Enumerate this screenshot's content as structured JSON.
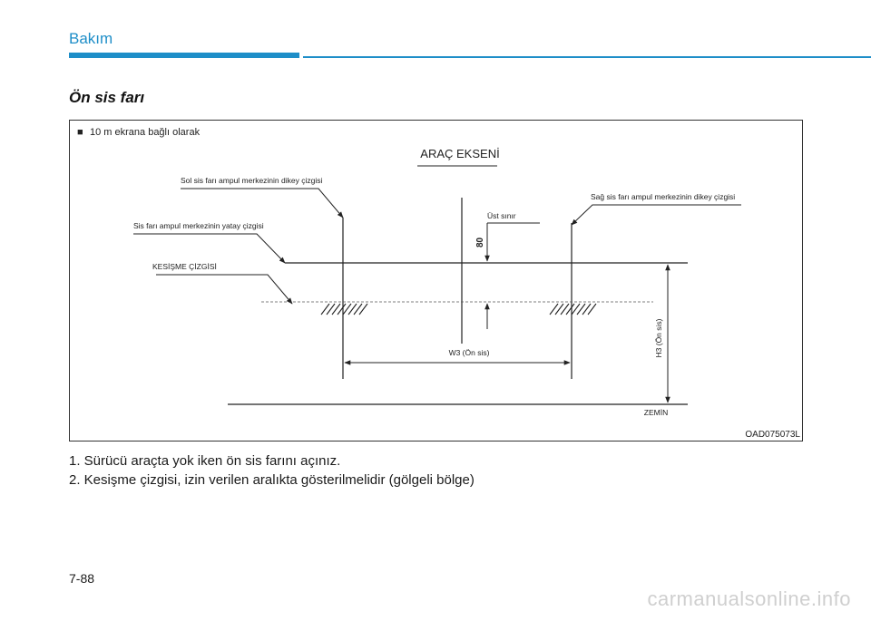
{
  "header": {
    "section": "Bakım",
    "accent_color": "#1e8ec8"
  },
  "title": "Ön sis farı",
  "figure": {
    "note_marker": "■",
    "note": "10 m ekrana bağlı olarak",
    "axis_label": "ARAÇ EKSENİ",
    "left_vertical_label": "Sol sis farı ampul merkezinin dikey çizgisi",
    "horizontal_label": "Sis farı ampul merkezinin yatay çizgisi",
    "intersection_label": "KESİŞME ÇİZGİSİ",
    "upper_limit_label": "Üst sınır",
    "upper_value": "80",
    "right_vertical_label": "Sağ sis farı ampul merkezinin dikey çizgisi",
    "width_label": "W3 (Ön sis)",
    "height_label": "H3 (Ön sis)",
    "ground_label": "ZEMİN",
    "code": "OAD075073L"
  },
  "instructions": [
    "1. Sürücü araçta yok iken ön sis farını açınız.",
    "2. Kesişme çizgisi, izin verilen aralıkta gösterilmelidir (gölgeli bölge)"
  ],
  "page_number": "7-88",
  "watermark": "carmanualsonline.info"
}
